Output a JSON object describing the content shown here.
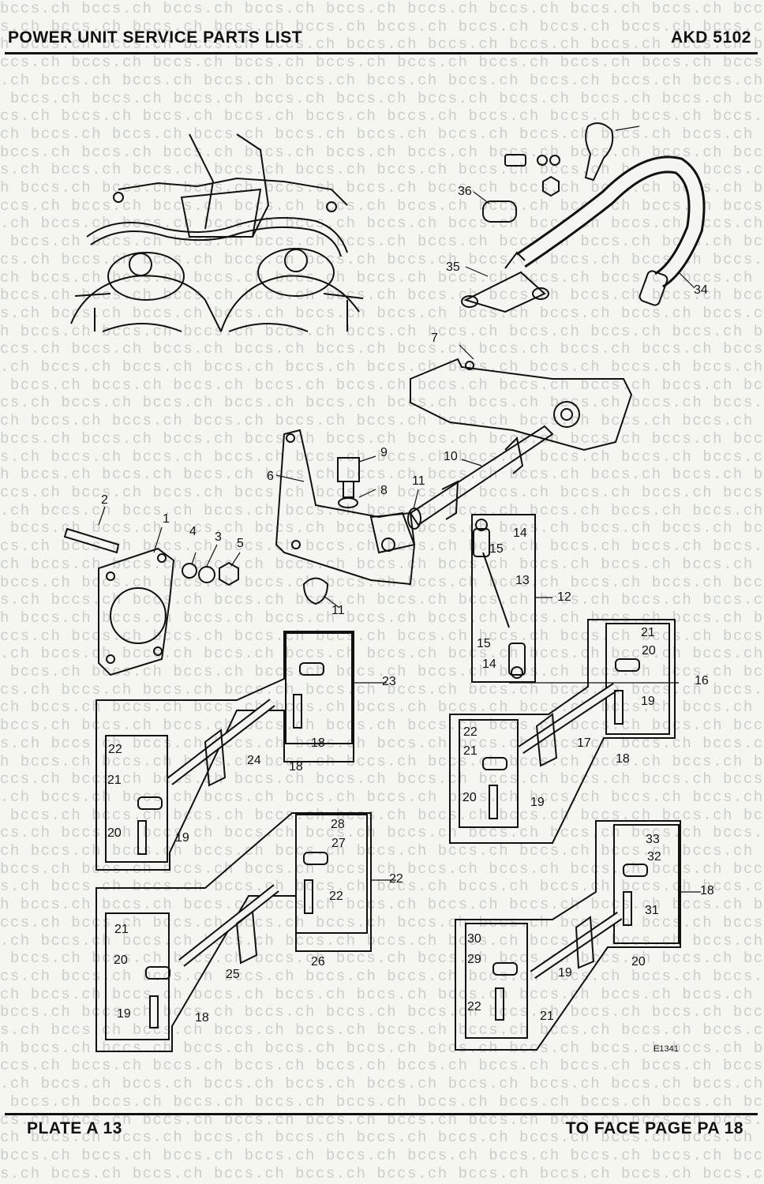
{
  "header": {
    "title": "POWER UNIT SERVICE PARTS LIST",
    "code": "AKD 5102"
  },
  "footer": {
    "plate": "PLATE A 13",
    "face_page": "TO FACE PAGE PA 18"
  },
  "watermark_text": "bccs.ch",
  "drawing_ref": "E1341",
  "callouts": [
    "1",
    "2",
    "3",
    "4",
    "5",
    "6",
    "7",
    "8",
    "9",
    "10",
    "11",
    "11",
    "12",
    "13",
    "14",
    "15",
    "15",
    "14",
    "16",
    "17",
    "18",
    "19",
    "20",
    "21",
    "22",
    "18",
    "19",
    "20",
    "21",
    "22",
    "23",
    "24",
    "18",
    "19",
    "20",
    "21",
    "22",
    "25",
    "26",
    "18",
    "19",
    "20",
    "21",
    "22",
    "27",
    "28",
    "18",
    "19",
    "20",
    "21",
    "22",
    "29",
    "30",
    "31",
    "32",
    "33",
    "34",
    "35",
    "36"
  ],
  "colors": {
    "ink": "#111111",
    "paper": "#f6f6f0",
    "watermark": "#c9cfc9"
  }
}
